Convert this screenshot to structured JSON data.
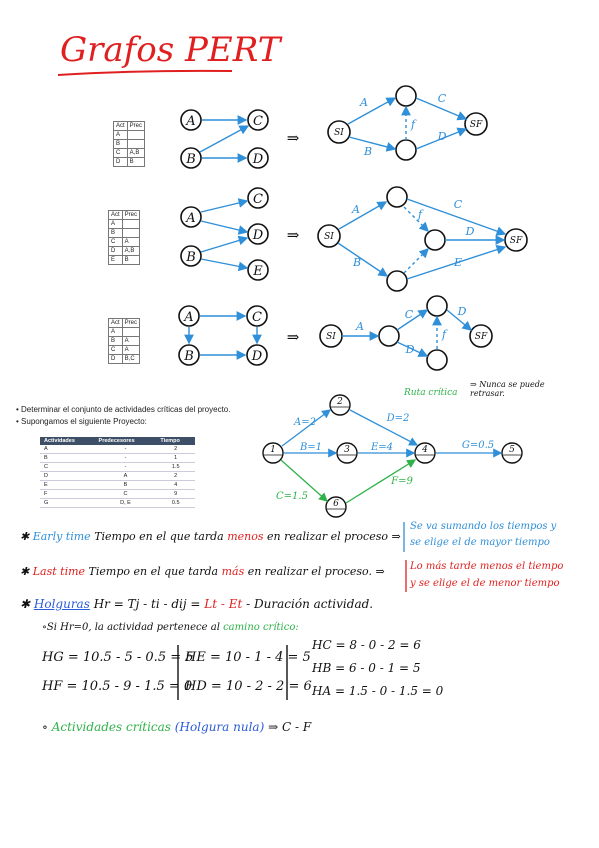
{
  "title": "Grafos PERT",
  "examples": [
    {
      "table": {
        "headers": [
          "Act",
          "Prec"
        ],
        "rows": [
          [
            "A",
            ""
          ],
          [
            "B",
            ""
          ],
          [
            "C",
            "A,B"
          ],
          [
            "D",
            "B"
          ]
        ]
      }
    },
    {
      "table": {
        "headers": [
          "Act",
          "Prec"
        ],
        "rows": [
          [
            "A",
            ""
          ],
          [
            "B",
            ""
          ],
          [
            "C",
            "A"
          ],
          [
            "D",
            "A,B"
          ],
          [
            "E",
            "B"
          ]
        ]
      }
    },
    {
      "table": {
        "headers": [
          "Act",
          "Prec"
        ],
        "rows": [
          [
            "A",
            ""
          ],
          [
            "B",
            "A"
          ],
          [
            "C",
            "A"
          ],
          [
            "D",
            "B,C"
          ]
        ]
      }
    }
  ],
  "graph_labels": {
    "start": "SI",
    "finish": "SF",
    "fict": "f",
    "arrow": "⇒",
    "nodes": [
      "A",
      "B",
      "C",
      "D",
      "E"
    ]
  },
  "bullets": [
    "Determinar el conjunto de actividades críticas del proyecto.",
    "Supongamos el siguiente Proyecto:"
  ],
  "project_table": {
    "headers": [
      "Actividades",
      "Predecesores",
      "Tiempo"
    ],
    "rows": [
      [
        "A",
        "-",
        "2"
      ],
      [
        "B",
        "-",
        "1"
      ],
      [
        "C",
        "-",
        "1.5"
      ],
      [
        "D",
        "A",
        "2"
      ],
      [
        "E",
        "B",
        "4"
      ],
      [
        "F",
        "C",
        "9"
      ],
      [
        "G",
        "D, E",
        "0.5"
      ]
    ]
  },
  "ruta_critica": {
    "label": "Ruta crítica",
    "note": "⇒ Nunca se puede retrasar."
  },
  "network": {
    "nodes": [
      "1",
      "2",
      "3",
      "4",
      "5",
      "6"
    ],
    "edges": [
      "A=2",
      "B=1",
      "C=1.5",
      "D=2",
      "E=4",
      "F=9",
      "G=0.5"
    ]
  },
  "definitions": {
    "early": {
      "term": "Early time",
      "text": "Tiempo en el que tarda",
      "emph": "menos",
      "rest": "en realizar el proceso",
      "note1": "Se va sumando los tiempos y",
      "note2": "se elige el de mayor tiempo"
    },
    "last": {
      "term": "Last time",
      "text": "Tiempo en el que tarda",
      "emph": "más",
      "rest": "en realizar el proceso.",
      "note1": "Lo más tarde menos el tiempo",
      "note2": "y se elige el de menor tiempo"
    },
    "holguras": {
      "term": "Holguras",
      "formula": "Hr = Tj - ti - dij =",
      "formula2": "Lt - Et",
      "formula3": "- Duración actividad."
    }
  },
  "si_line": {
    "text": "∘Si Hr=0, la actividad pertenece al",
    "emph": "camino crítico:"
  },
  "equations": {
    "col1": [
      "HG = 10.5 - 5 - 0.5 = 5",
      "HF = 10.5 - 9 - 1.5 = 0"
    ],
    "col2": [
      "HE = 10 - 1 - 4 = 5",
      "HD = 10 - 2 - 2 = 6"
    ],
    "col3": [
      "HC = 8 - 0 - 2 = 6",
      "HB = 6 - 0 - 1 = 5",
      "HA = 1.5 - 0 - 1.5 = 0"
    ]
  },
  "conclusion": {
    "prefix": "∘",
    "label": "Actividades críticas",
    "paren": "(Holgura nula)",
    "result": "⇒ C - F"
  },
  "colors": {
    "red": "#e02020",
    "blue": "#2f8fd8",
    "green": "#2fb24a",
    "ink": "#111111"
  }
}
